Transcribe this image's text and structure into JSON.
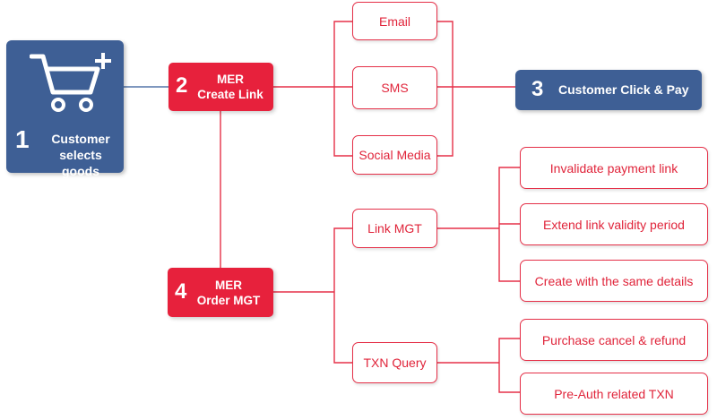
{
  "customer": {
    "number": "1",
    "label_line1": "Customer",
    "label_line2": "selects goods"
  },
  "create_link": {
    "number": "2",
    "label_line1": "MER",
    "label_line2": "Create Link"
  },
  "channels": [
    "Email",
    "SMS",
    "Social Media"
  ],
  "customer_pay": {
    "number": "3",
    "label": "Customer Click & Pay"
  },
  "order_mgt": {
    "number": "4",
    "label_line1": "MER",
    "label_line2": "Order MGT"
  },
  "link_mgt": {
    "label": "Link MGT",
    "actions": [
      "Invalidate payment link",
      "Extend link validity period",
      "Create with the same details"
    ]
  },
  "txn_query": {
    "label": "TXN Query",
    "actions": [
      "Purchase cancel & refund",
      "Pre-Auth related TXN"
    ]
  },
  "colors": {
    "blue": "#3e5f95",
    "red": "#e7213c",
    "outline": "#e53048"
  }
}
